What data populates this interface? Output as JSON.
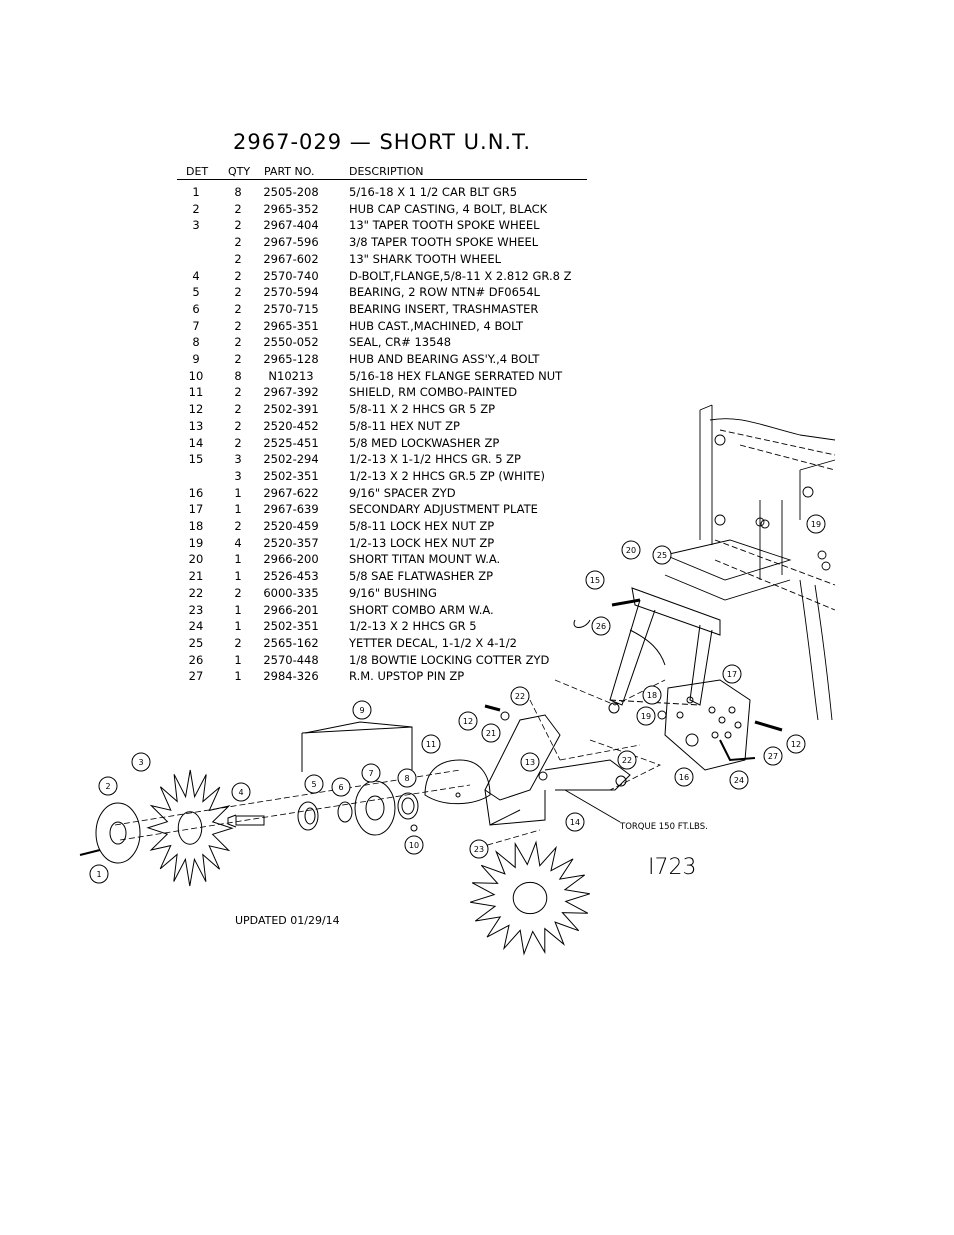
{
  "title": "2967-029 — SHORT U.N.T.",
  "columns": {
    "det": "DET",
    "qty": "QTY",
    "part": "PART NO.",
    "desc": "DESCRIPTION"
  },
  "rows": [
    {
      "det": "1",
      "qty": "8",
      "part": "2505-208",
      "desc": "5/16-18 X 1 1/2 CAR BLT GR5"
    },
    {
      "det": "2",
      "qty": "2",
      "part": "2965-352",
      "desc": "HUB CAP CASTING, 4 BOLT, BLACK"
    },
    {
      "det": "3",
      "qty": "2",
      "part": "2967-404",
      "desc": "13\" TAPER TOOTH SPOKE WHEEL"
    },
    {
      "det": "",
      "qty": "2",
      "part": "2967-596",
      "desc": "3/8 TAPER TOOTH SPOKE WHEEL"
    },
    {
      "det": "",
      "qty": "2",
      "part": "2967-602",
      "desc": "13\" SHARK TOOTH WHEEL"
    },
    {
      "det": "4",
      "qty": "2",
      "part": "2570-740",
      "desc": "D-BOLT,FLANGE,5/8-11 X 2.812 GR.8 Z"
    },
    {
      "det": "5",
      "qty": "2",
      "part": "2570-594",
      "desc": "BEARING, 2 ROW NTN# DF0654L"
    },
    {
      "det": "6",
      "qty": "2",
      "part": "2570-715",
      "desc": "BEARING INSERT, TRASHMASTER"
    },
    {
      "det": "7",
      "qty": "2",
      "part": "2965-351",
      "desc": "HUB CAST.,MACHINED, 4 BOLT"
    },
    {
      "det": "8",
      "qty": "2",
      "part": "2550-052",
      "desc": "SEAL, CR# 13548"
    },
    {
      "det": "9",
      "qty": "2",
      "part": "2965-128",
      "desc": "HUB AND BEARING ASS'Y.,4 BOLT"
    },
    {
      "det": "10",
      "qty": "8",
      "part": "N10213",
      "desc": "5/16-18 HEX FLANGE SERRATED NUT"
    },
    {
      "det": "11",
      "qty": "2",
      "part": "2967-392",
      "desc": "SHIELD, RM COMBO-PAINTED"
    },
    {
      "det": "12",
      "qty": "2",
      "part": "2502-391",
      "desc": "5/8-11 X 2 HHCS GR 5 ZP"
    },
    {
      "det": "13",
      "qty": "2",
      "part": "2520-452",
      "desc": "5/8-11 HEX NUT ZP"
    },
    {
      "det": "14",
      "qty": "2",
      "part": "2525-451",
      "desc": "5/8 MED LOCKWASHER ZP"
    },
    {
      "det": "15",
      "qty": "3",
      "part": "2502-294",
      "desc": "1/2-13 X 1-1/2 HHCS GR. 5 ZP"
    },
    {
      "det": "",
      "qty": "3",
      "part": "2502-351",
      "desc": "1/2-13 X 2 HHCS GR.5 ZP (WHITE)"
    },
    {
      "det": "16",
      "qty": "1",
      "part": "2967-622",
      "desc": "9/16\" SPACER ZYD"
    },
    {
      "det": "17",
      "qty": "1",
      "part": "2967-639",
      "desc": "SECONDARY ADJUSTMENT PLATE"
    },
    {
      "det": "18",
      "qty": "2",
      "part": "2520-459",
      "desc": "5/8-11 LOCK HEX NUT ZP"
    },
    {
      "det": "19",
      "qty": "4",
      "part": "2520-357",
      "desc": "1/2-13 LOCK HEX NUT ZP"
    },
    {
      "det": "20",
      "qty": "1",
      "part": "2966-200",
      "desc": "SHORT TITAN MOUNT W.A."
    },
    {
      "det": "21",
      "qty": "1",
      "part": "2526-453",
      "desc": "5/8 SAE FLATWASHER ZP"
    },
    {
      "det": "22",
      "qty": "2",
      "part": "6000-335",
      "desc": "9/16\" BUSHING"
    },
    {
      "det": "23",
      "qty": "1",
      "part": "2966-201",
      "desc": "SHORT COMBO ARM W.A."
    },
    {
      "det": "24",
      "qty": "1",
      "part": "2502-351",
      "desc": "1/2-13 X 2 HHCS GR 5"
    },
    {
      "det": "25",
      "qty": "2",
      "part": "2565-162",
      "desc": "YETTER DECAL, 1-1/2 X 4-1/2"
    },
    {
      "det": "26",
      "qty": "1",
      "part": "2570-448",
      "desc": "1/8 BOWTIE LOCKING COTTER ZYD"
    },
    {
      "det": "27",
      "qty": "1",
      "part": "2984-326",
      "desc": "R.M. UPSTOP PIN ZP"
    }
  ],
  "diagram": {
    "callouts": [
      "1",
      "2",
      "3",
      "4",
      "5",
      "6",
      "7",
      "8",
      "9",
      "10",
      "11",
      "12",
      "13",
      "14",
      "15",
      "16",
      "17",
      "18",
      "19",
      "20",
      "21",
      "22",
      "23",
      "24",
      "25",
      "26",
      "27"
    ],
    "torque_note": "TORQUE 150 FT.LBS.",
    "drawing_code": "I723"
  },
  "updated": "UPDATED 01/29/14"
}
